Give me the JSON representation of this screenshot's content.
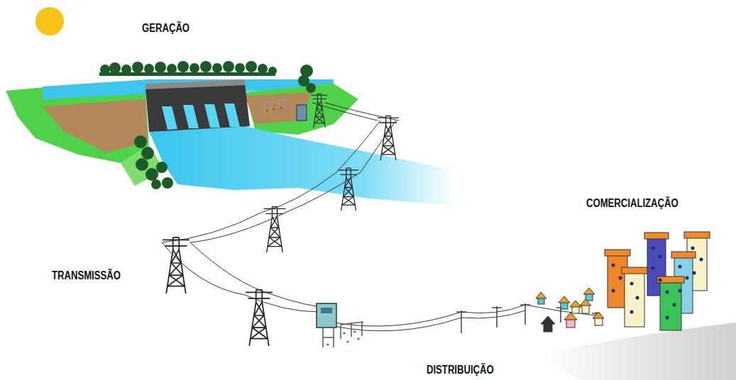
{
  "diagram": {
    "labels": [
      "GERAÇÃO",
      "COMERCIALIZAÇÃO",
      "TRANSMISSÃO",
      "DISTRIBUIÇÃO"
    ]
  }
}
